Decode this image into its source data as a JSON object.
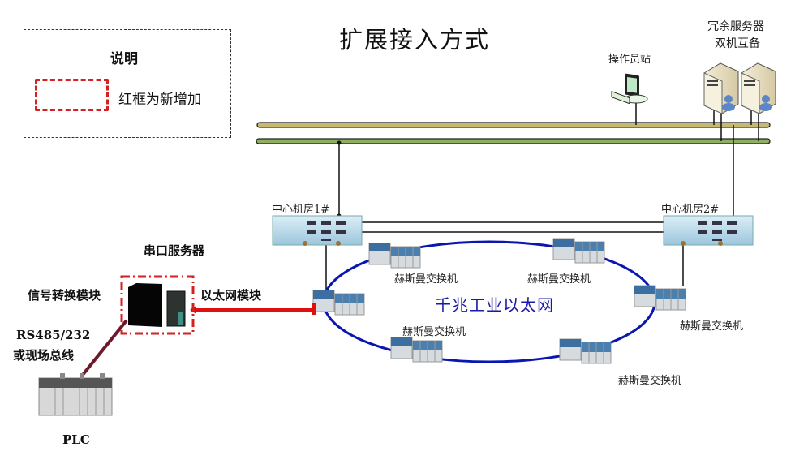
{
  "title": "扩展接入方式",
  "legend": {
    "heading": "说明",
    "item_text": "红框为新增加",
    "item_color": "#d42020"
  },
  "top_devices": {
    "operator_station": "操作员站",
    "servers_line1": "冗余服务器",
    "servers_line2": "双机互备"
  },
  "bus_colors": {
    "upper": "#c9b870",
    "lower": "#8fb060"
  },
  "core": {
    "room1": "中心机房1#",
    "room2": "中心机房2#"
  },
  "ring": {
    "label": "千兆工业以太网",
    "color": "#0a16b0",
    "switch_label": "赫斯曼交换机",
    "switches": [
      {
        "id": "top-left",
        "label": "赫斯曼交换机"
      },
      {
        "id": "top-right",
        "label": "赫斯曼交换机"
      },
      {
        "id": "right",
        "label": "赫斯曼交换机"
      },
      {
        "id": "bottom-right",
        "label": "赫斯曼交换机"
      },
      {
        "id": "bottom-left",
        "label": "赫斯曼交换机"
      },
      {
        "id": "left",
        "label": ""
      }
    ]
  },
  "serial_server": {
    "title": "串口服务器",
    "left_label": "信号转换模块",
    "right_label": "以太网模块",
    "link_color": "#e01010"
  },
  "field": {
    "bus_line1": "RS485/232",
    "bus_line2": "或现场总线",
    "plc_label": "PLC",
    "link_color": "#6a1a2a"
  }
}
